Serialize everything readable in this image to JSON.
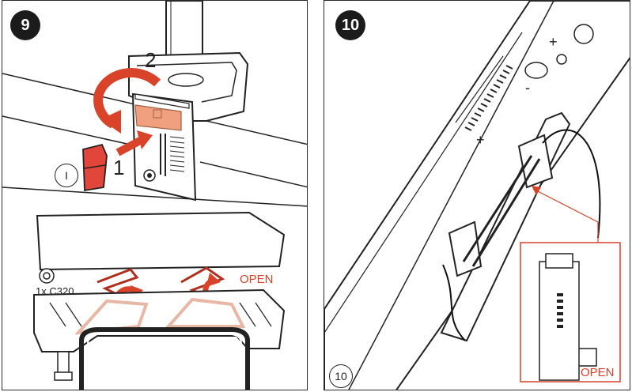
{
  "colors": {
    "accent": "#d9432a",
    "orange": "#f0a07e",
    "line": "#222222",
    "clip_pink": "#e8b7a6"
  },
  "panel9": {
    "step_number": "9",
    "label_2": "2",
    "label_1": "1",
    "small_circle_label": "I",
    "part_label": "1x C320",
    "open_label": "OPEN"
  },
  "panel10": {
    "step_number": "10",
    "open_label": "OPEN",
    "bottom_circle_label": "10",
    "plus_label": "+",
    "minus_label": "-"
  }
}
